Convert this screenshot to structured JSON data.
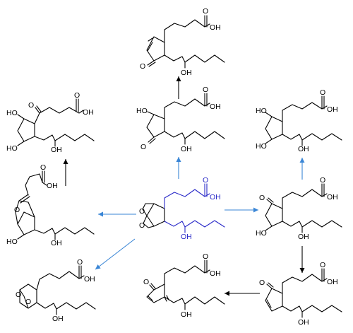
{
  "labels": {
    "oh": "OH",
    "ho": "HO",
    "o": "O"
  },
  "colors": {
    "center_structure": "#2a2ac8",
    "blue_arrow": "#3a86d6",
    "black": "#000000"
  }
}
